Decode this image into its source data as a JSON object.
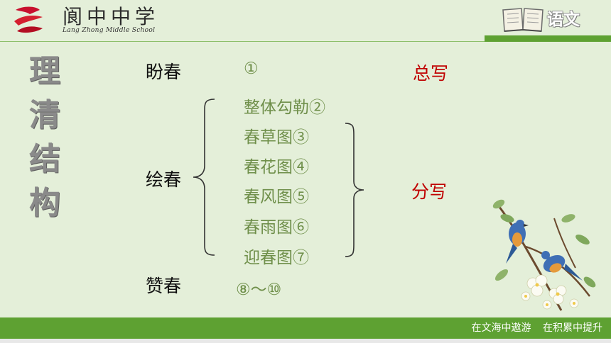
{
  "header": {
    "school_name_cn": "阆中中学",
    "school_name_en": "Lang Zhong Middle School",
    "subject": "语文",
    "icons": [
      "school-logo-icon",
      "book-icon"
    ]
  },
  "title_chars": [
    "理",
    "清",
    "结",
    "构"
  ],
  "structure": {
    "section1": {
      "label": "盼春",
      "item": "①"
    },
    "section2": {
      "label": "绘春",
      "items": [
        "整体勾勒②",
        "春草图③",
        "春花图④",
        "春风图⑤",
        "春雨图⑥",
        "迎春图⑦"
      ]
    },
    "section3": {
      "label": "赞春",
      "item": "⑧～⑩"
    },
    "summary": {
      "general": "总写",
      "detailed": "分写"
    }
  },
  "footer": {
    "slogan": "在文海中遨游 在积累中提升"
  },
  "colors": {
    "background": "#e4efd9",
    "accent_green": "#5ea132",
    "item_green": "#6f8f4a",
    "highlight_red": "#c00000",
    "title_gray": "#8a8a8a"
  }
}
